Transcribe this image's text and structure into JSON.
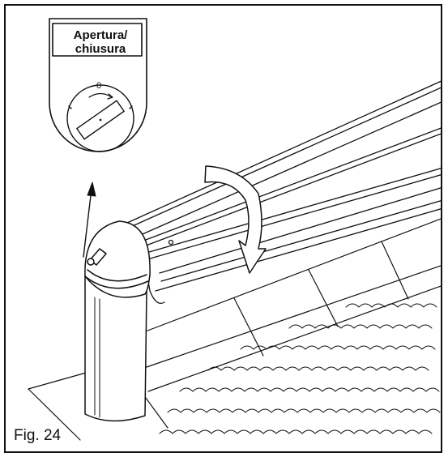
{
  "switch_label": {
    "line1": "Apertura/",
    "line2": "chiusura"
  },
  "switch_position_mark": "0",
  "figure_caption": "Fig. 24",
  "colors": {
    "line": "#111111",
    "background": "#ffffff"
  }
}
